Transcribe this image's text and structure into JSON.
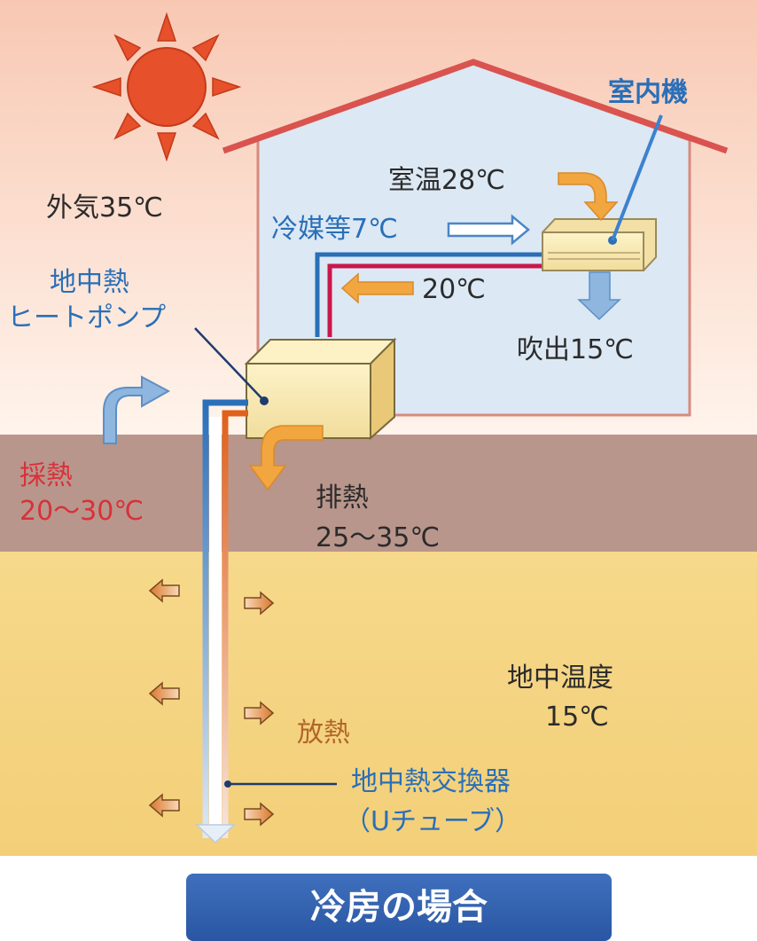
{
  "labels": {
    "indoor_unit": "室内機",
    "room_temp": "室温28℃",
    "outside_air": "外気35℃",
    "refrigerant": "冷媒等7℃",
    "return_temp": "20℃",
    "outlet": "吹出15℃",
    "heat_pump_line1": "地中熱",
    "heat_pump_line2": "ヒートポンプ",
    "heat_collect_line1": "採熱",
    "heat_collect_line2": "20～30℃",
    "heat_exhaust_line1": "排熱",
    "heat_exhaust_line2": "25～35℃",
    "ground_temp_line1": "地中温度",
    "ground_temp_line2": "15℃",
    "heat_release": "放熱",
    "exchanger_line1": "地中熱交換器",
    "exchanger_line2": "（Uチューブ）"
  },
  "caption": "冷房の場合",
  "colors": {
    "sky_top": "#f8c9b4",
    "sky_bottom": "#fff6ee",
    "house_fill": "#dde8f3",
    "roof_line": "#d9534f",
    "surface_soil": "#b8958b",
    "deep_soil": "#f5d27e",
    "pipe_blue": "#2a6fb8",
    "pipe_red": "#c9174c",
    "arrow_orange": "#f2a640",
    "arrow_blue": "#8eb6de",
    "sun": "#e6502a",
    "caption_bg": "#3563b0"
  },
  "icons": [
    "sun-icon",
    "indoor-unit-icon",
    "heat-pump-box-icon"
  ]
}
